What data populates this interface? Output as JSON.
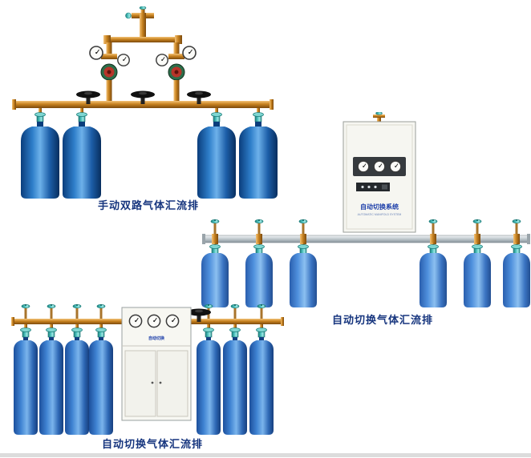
{
  "page": {
    "background_color": "#ffffff",
    "bottom_rule_color": "#dcdcdc"
  },
  "colors": {
    "caption_text": "#16357e",
    "brass_pipe": "#c8821f",
    "silver_pipe": "#c3ccd1",
    "cylinder_dark_blue": "#0a3d7c",
    "cylinder_light_blue": "#4f90dd",
    "cylinder_mid_blue": "#3f83d2",
    "valve_teal": "#4fc3bf",
    "cabinet_body": "#f6f6f1",
    "regulator_green": "#2c6e4a",
    "regulator_red": "#b8352a"
  },
  "products": [
    {
      "name": "manual-dual-line-gas-manifold",
      "caption": "手动双路气体汇流排",
      "cylinders": 4
    },
    {
      "name": "auto-switchover-gas-manifold-wall-cabinet",
      "caption": "自动切换气体汇流排",
      "cylinders": 6,
      "cabinet": {
        "label": "自动切换系统",
        "sublabel": "AUTOMATIC MANIFOLD SYSTEM"
      }
    },
    {
      "name": "auto-switchover-gas-manifold-floor-cabinet",
      "caption": "自动切换气体汇流排",
      "cylinders": 7,
      "cabinet": {
        "label": "自动切换"
      }
    }
  ]
}
